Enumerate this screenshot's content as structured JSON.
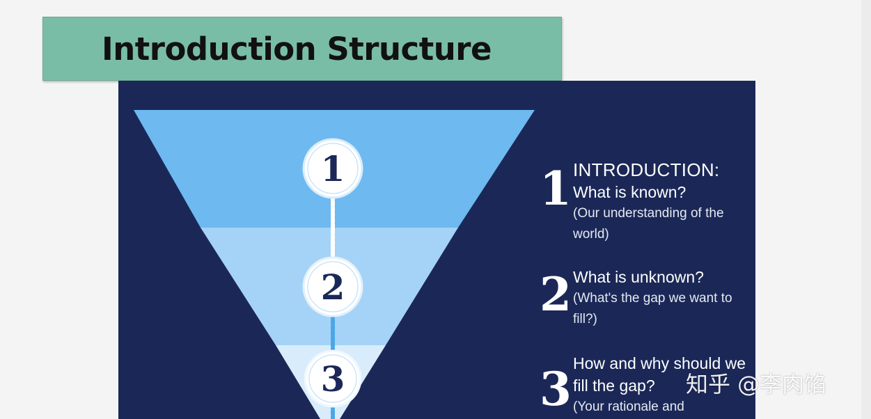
{
  "title": "Introduction Structure",
  "funnel": {
    "levels": [
      {
        "number": "1",
        "color": "#6db9f0"
      },
      {
        "number": "2",
        "color": "#a5d3f7"
      },
      {
        "number": "3",
        "color": "#d8ecfb"
      }
    ]
  },
  "steps": [
    {
      "number": "1",
      "heading": "INTRODUCTION:",
      "line": "What is known?",
      "note": "(Our understanding of the world)"
    },
    {
      "number": "2",
      "heading": "",
      "line": "What is unknown?",
      "note": "(What's the gap we want to fill?)"
    },
    {
      "number": "3",
      "heading": "",
      "line": "How and why should we fill the gap?",
      "note": "(Your rationale and"
    }
  ],
  "watermark": "知乎 @李肉馅",
  "colors": {
    "banner": "#7abda6",
    "panel": "#1b2857",
    "text": "#ffffff"
  }
}
